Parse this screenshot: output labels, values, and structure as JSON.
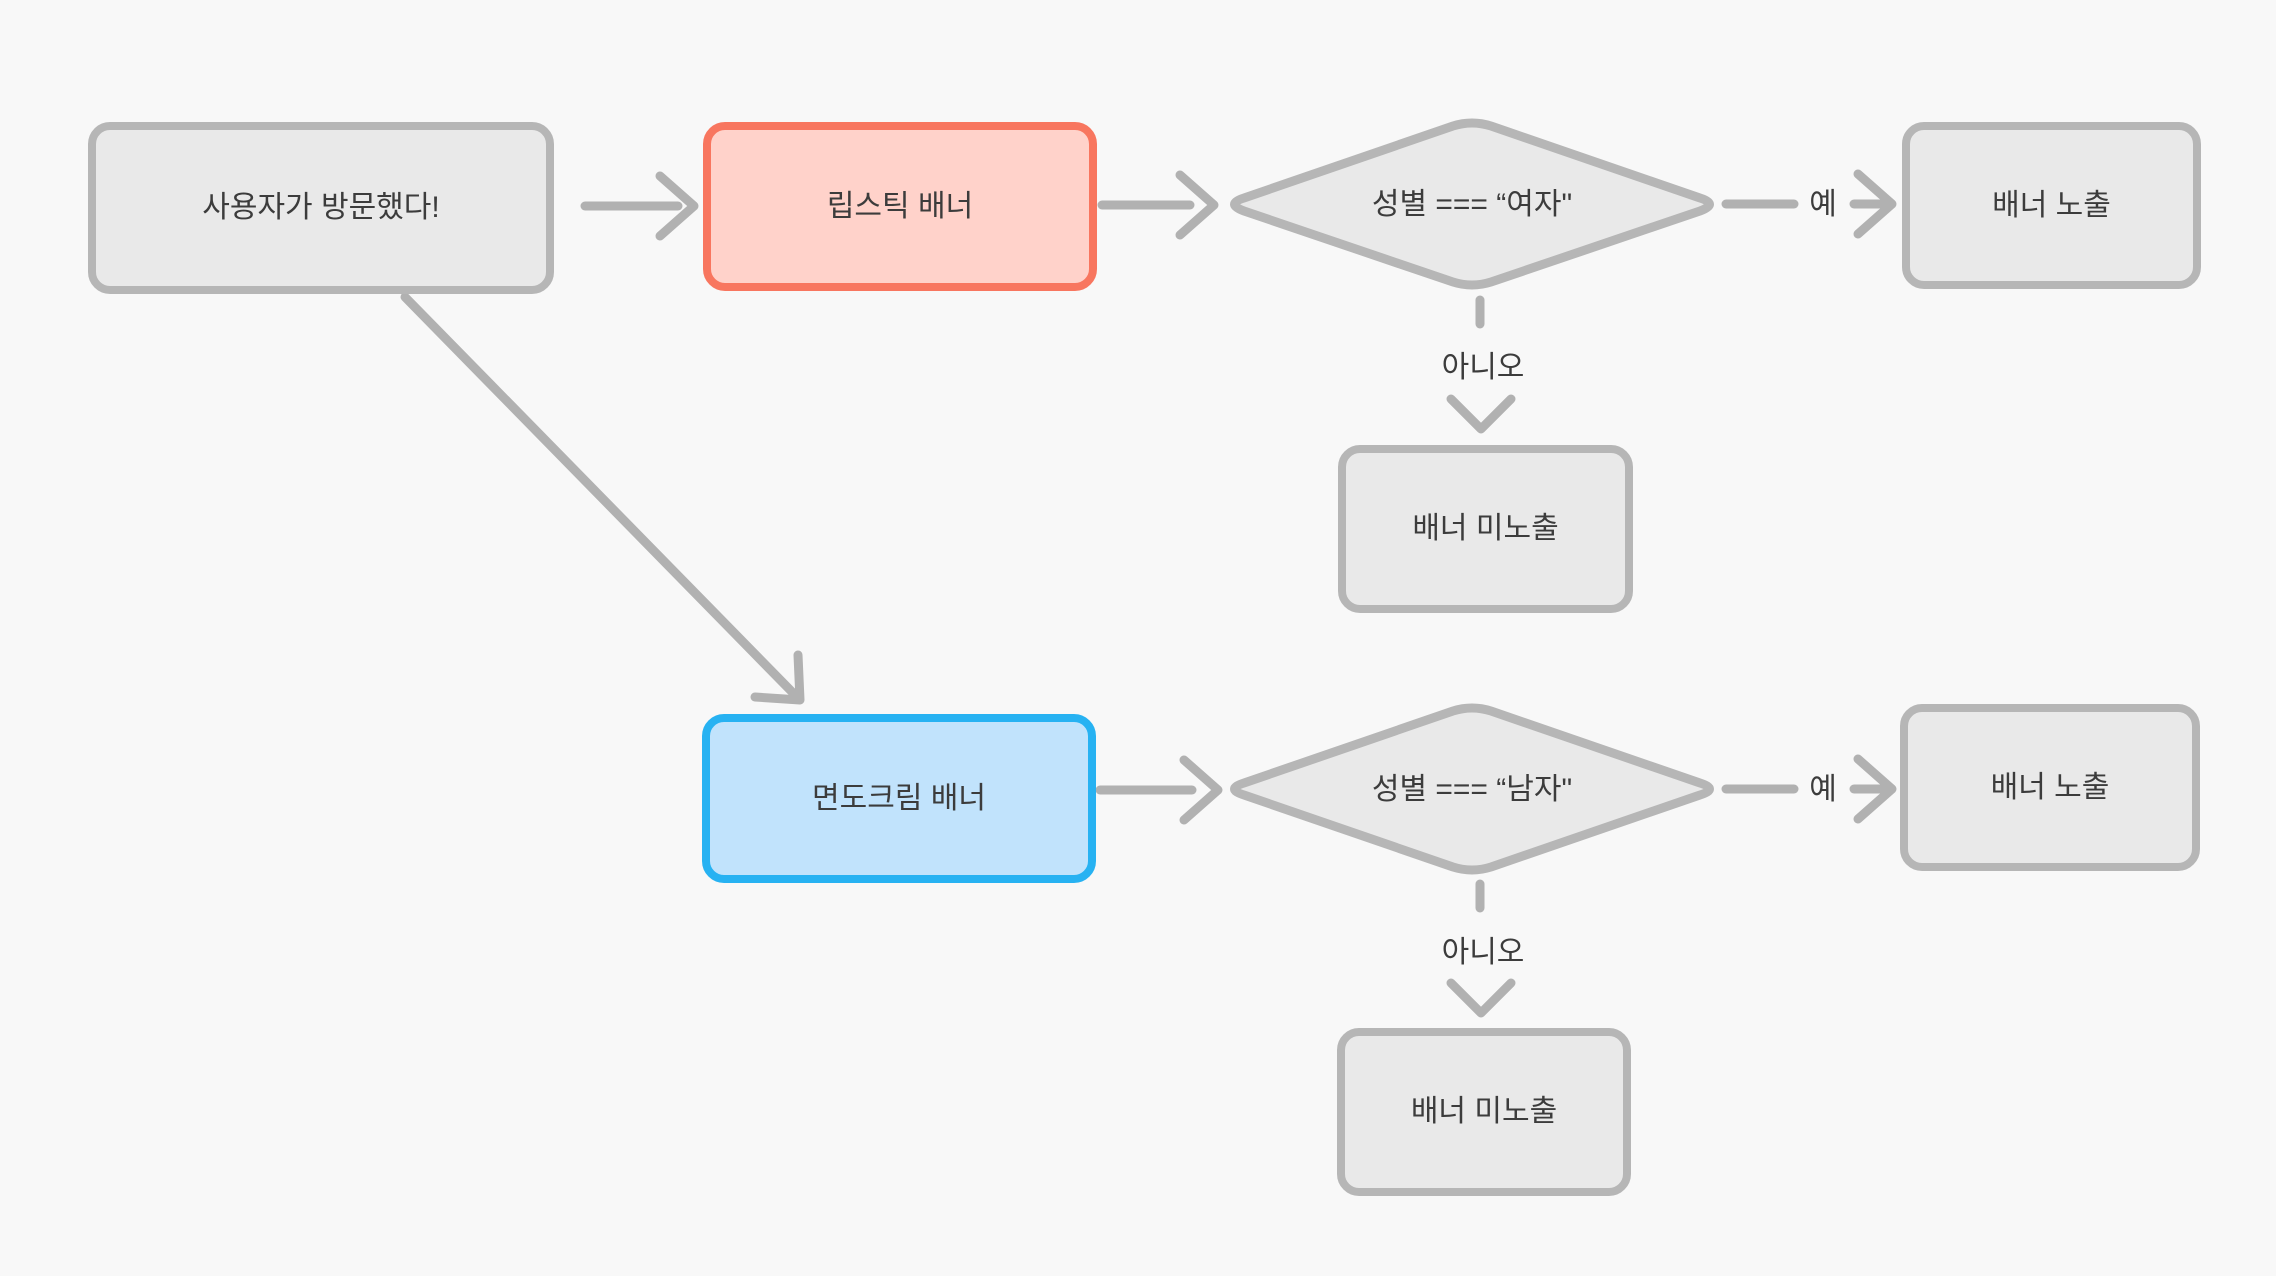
{
  "diagram": {
    "colors": {
      "bg": "#f8f8f8",
      "node-fill": "#e9e9e9",
      "node-border": "#b6b6b6",
      "red-fill": "#ffd2ca",
      "red-border": "#f8765f",
      "blue-fill": "#c1e3fc",
      "blue-border": "#27b2f2",
      "arrow": "#b1b1b1",
      "text": "#3c3c3c"
    },
    "nodes": {
      "start": {
        "label": "사용자가 방문했다!"
      },
      "lipstick": {
        "label": "립스틱 배너"
      },
      "cond_female": {
        "label": "성별 === “여자\""
      },
      "show_female": {
        "label": "배너 노출"
      },
      "hide_female": {
        "label": "배너 미노출"
      },
      "shaving": {
        "label": "면도크림 배너"
      },
      "cond_male": {
        "label": "성별 === “남자\""
      },
      "show_male": {
        "label": "배너 노출"
      },
      "hide_male": {
        "label": "배너 미노출"
      }
    },
    "edge_labels": {
      "yes_female": "예",
      "no_female": "아니오",
      "yes_male": "예",
      "no_male": "아니오"
    }
  }
}
